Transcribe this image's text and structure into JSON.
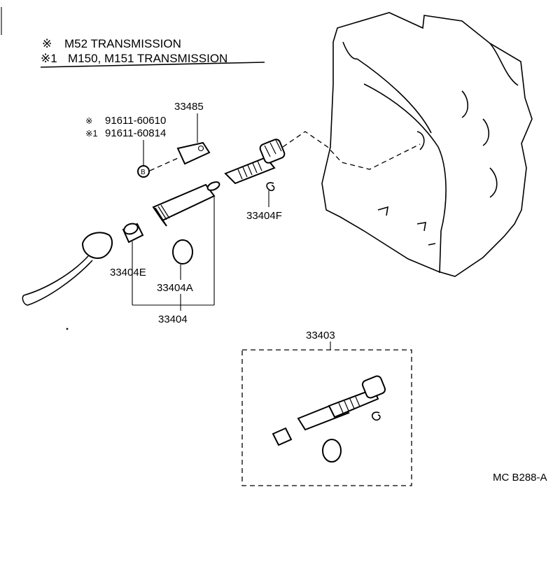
{
  "legend": {
    "line1_mark": "※",
    "line1_text": "M52 TRANSMISSION",
    "line2_mark": "※1",
    "line2_text": "M150, M151 TRANSMISSION"
  },
  "labels": {
    "bolt_ref": "33485",
    "bolt_m52_mark": "※",
    "bolt_m52": "91611-60610",
    "bolt_m150_mark": "※1",
    "bolt_m150": "91611-60814",
    "bolt_symbol": "B",
    "clip": "33404F",
    "sleeve": "33404E",
    "oring": "33404A",
    "assembly": "33404",
    "kit": "33403",
    "diagram_code": "MC B288-A"
  }
}
